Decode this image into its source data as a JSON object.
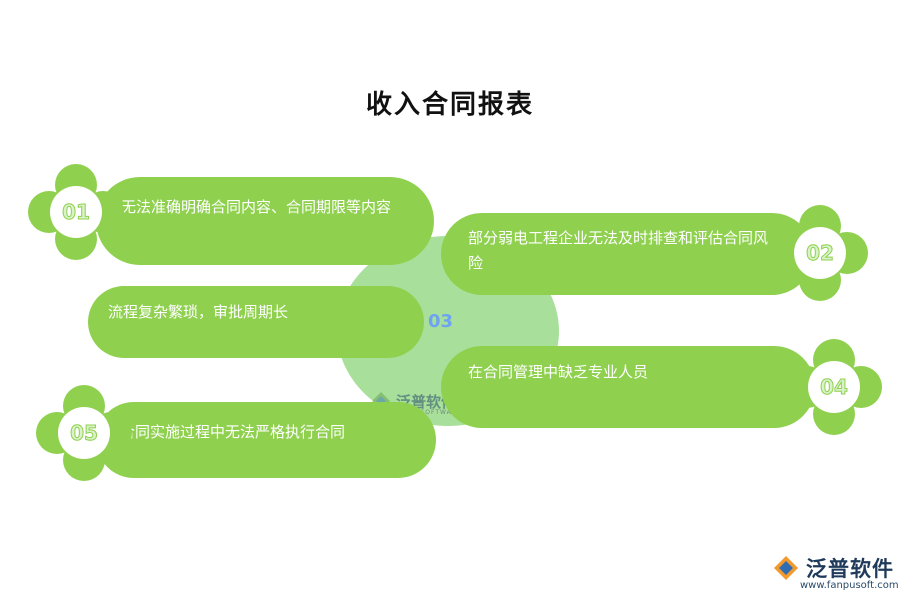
{
  "title": "收入合同报表",
  "center": {
    "label": "03"
  },
  "items": [
    {
      "number": "01",
      "text": "无法准确明确合同内容、合同期限等内容"
    },
    {
      "number": "02",
      "text": "部分弱电工程企业无法及时排查和评估合同风险"
    },
    {
      "number": "03",
      "text": "流程复杂繁琐，审批周期长"
    },
    {
      "number": "04",
      "text": "在合同管理中缺乏专业人员"
    },
    {
      "number": "05",
      "text": "合同实施过程中无法严格执行合同"
    }
  ],
  "watermark": {
    "name": "泛普软件",
    "sub": "FANPUSOFTWARE"
  },
  "brand": {
    "name": "泛普软件",
    "url": "www.fanpusoft.com"
  },
  "colors": {
    "green": "#8fd14f",
    "center": "#a8df9a",
    "number_text": "#d9f2c8"
  }
}
